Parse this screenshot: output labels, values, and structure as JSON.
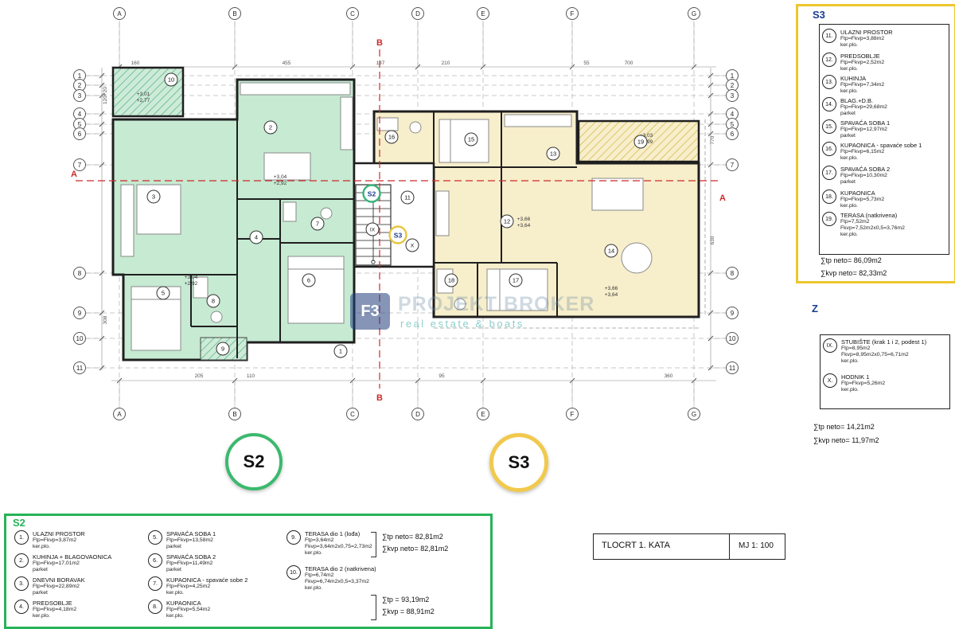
{
  "title_block": {
    "sheet_title": "TLOCRT 1. KATA",
    "scale": "MJ 1: 100"
  },
  "watermark": {
    "logo": "F3",
    "line1": "PROJEKT BROKER",
    "line2": "real estate & boats"
  },
  "badges": {
    "s2": "S2",
    "s3": "S3"
  },
  "plan": {
    "grid_cols": [
      "A",
      "B",
      "C",
      "D",
      "E",
      "F",
      "G"
    ],
    "grid_rows": [
      "1",
      "2",
      "3",
      "4",
      "5",
      "6",
      "7",
      "8",
      "9",
      "10",
      "11"
    ],
    "sections": {
      "a": "A",
      "b": "B"
    },
    "mini_badges": {
      "s2": "S2",
      "s3": "S3"
    },
    "rooms": {
      "r1": "1",
      "r2": "2",
      "r3": "3",
      "r4": "4",
      "r5": "5",
      "r6": "6",
      "r7": "7",
      "r8": "8",
      "r9": "9",
      "r10": "10",
      "r11": "11",
      "r12": "12",
      "r13": "13",
      "r14": "14",
      "r15": "15",
      "r16": "16",
      "r17": "17",
      "r18": "18",
      "r19": "19",
      "rIX": "IX",
      "rX": "X"
    },
    "elevations": {
      "e1a": "+3,01",
      "e1b": "+2,77",
      "e2a": "+3,04",
      "e2b": "+2,92",
      "e3a": "+3,04",
      "e3b": "+2,92",
      "e4a": "+3,03",
      "e4b": "+2,99",
      "e5a": "+3,66",
      "e5b": "+3,64",
      "e6a": "+3,66",
      "e6b": "+3,64"
    },
    "dims": {
      "d1": "160",
      "d2": "455",
      "d3": "137",
      "d4": "210",
      "d5": "55",
      "d6": "700",
      "d7": "120+20",
      "d8": "308",
      "d9": "770",
      "d10": "630",
      "d11": "205",
      "d12": "110",
      "d13": "95",
      "d14": "360"
    }
  },
  "s2_legend": {
    "title": "S2",
    "items": [
      {
        "num": "1.",
        "name": "ULAZNI PROSTOR",
        "area": "Ftp=Fkvp=3,87m2",
        "material": "ker.plo."
      },
      {
        "num": "2.",
        "name": "KUHINJA + BLAGOVAONICA",
        "area": "Ftp=Fkvp=17,01m2",
        "material": "parket"
      },
      {
        "num": "3.",
        "name": "DNEVNI BORAVAK",
        "area": "Ftp=Fkvp=22,89m2",
        "material": "parket"
      },
      {
        "num": "4.",
        "name": "PREDSOBLJE",
        "area": "Ftp=Fkvp=4,18m2",
        "material": "ker.plo."
      },
      {
        "num": "5.",
        "name": "SPAVAĆA SOBA 1",
        "area": "Ftp=Fkvp=13,58m2",
        "material": "parket"
      },
      {
        "num": "6.",
        "name": "SPAVAĆA SOBA 2",
        "area": "Ftp=Fkvp=11,49m2",
        "material": "parket"
      },
      {
        "num": "7.",
        "name": "KUPAONICA - spavaće sobe 2",
        "area": "Ftp=Fkvp=4,25m2",
        "material": "ker.plo."
      },
      {
        "num": "8.",
        "name": "KUPAONICA",
        "area": "Ftp=Fkvp=5,54m2",
        "material": "ker.plo."
      },
      {
        "num": "9.",
        "name": "TERASA dio 1 (lođa)",
        "area": "Ftp=3,64m2",
        "area2": "Fkvp=3,64m2x0,75=2,73m2",
        "material": "ker.plo."
      },
      {
        "num": "10.",
        "name": "TERASA dio 2 (natkrivena)",
        "area": "Ftp=6,74m2",
        "area2": "Fkvp=6,74m2x0,5=3,37m2",
        "material": "ker.plo."
      }
    ],
    "sum_neto_tp": "∑tp neto= 82,81m2",
    "sum_neto_kvp": "∑kvp neto= 82,81m2",
    "sum_tot_tp": "∑tp = 93,19m2",
    "sum_tot_kvp": "∑kvp = 88,91m2"
  },
  "s3_legend": {
    "title": "S3",
    "items": [
      {
        "num": "11.",
        "name": "ULAZNI PROSTOR",
        "area": "Ftp=Fkvp=3,88m2",
        "material": "ker.plo."
      },
      {
        "num": "12.",
        "name": "PREDSOBLJE",
        "area": "Ftp=Fkvp=2,52m2",
        "material": "ker.plo."
      },
      {
        "num": "13.",
        "name": "KUHINJA",
        "area": "Ftp=Fkvp=7,34m2",
        "material": "ker.plo."
      },
      {
        "num": "14.",
        "name": "BLAG.+D.B.",
        "area": "Ftp=Fkvp=29,68m2",
        "material": "parket"
      },
      {
        "num": "15.",
        "name": "SPAVAĆA SOBA 1",
        "area": "Ftp=Fkvp=12,97m2",
        "material": "parket"
      },
      {
        "num": "16.",
        "name": "KUPAONICA - spavaće sobe 1",
        "area": "Ftp=Fkvp=6,15m2",
        "material": "ker.plo."
      },
      {
        "num": "17.",
        "name": "SPAVAĆA SOBA 2",
        "area": "Ftp=Fkvp=10,30m2",
        "material": "parket"
      },
      {
        "num": "18.",
        "name": "KUPAONICA",
        "area": "Ftp=Fkvp=5,73m2",
        "material": "ker.plo."
      },
      {
        "num": "19.",
        "name": "TERASA (natkrivena)",
        "area": "Ftp=7,52m2",
        "area2": "Fkvp=7,52m2x0,5=3,76m2",
        "material": "ker.plo."
      }
    ],
    "sum_tp": "∑tp neto= 86,09m2",
    "sum_kvp": "∑kvp neto= 82,33m2"
  },
  "z_legend": {
    "title": "Z",
    "items": [
      {
        "num": "IX.",
        "name": "STUBIŠTE (krak 1 i 2, podest 1)",
        "area": "Ftp=8,95m2",
        "area2": "Fkvp=8,95m2x0,75=6,71m2",
        "material": "ker.plo."
      },
      {
        "num": "X.",
        "name": "HODNIK 1",
        "area": "Ftp=Fkvp=5,26m2",
        "material": "ker.plo."
      }
    ],
    "sum_tp": "∑tp neto= 14,21m2",
    "sum_kvp": "∑kvp neto= 11,97m2"
  }
}
